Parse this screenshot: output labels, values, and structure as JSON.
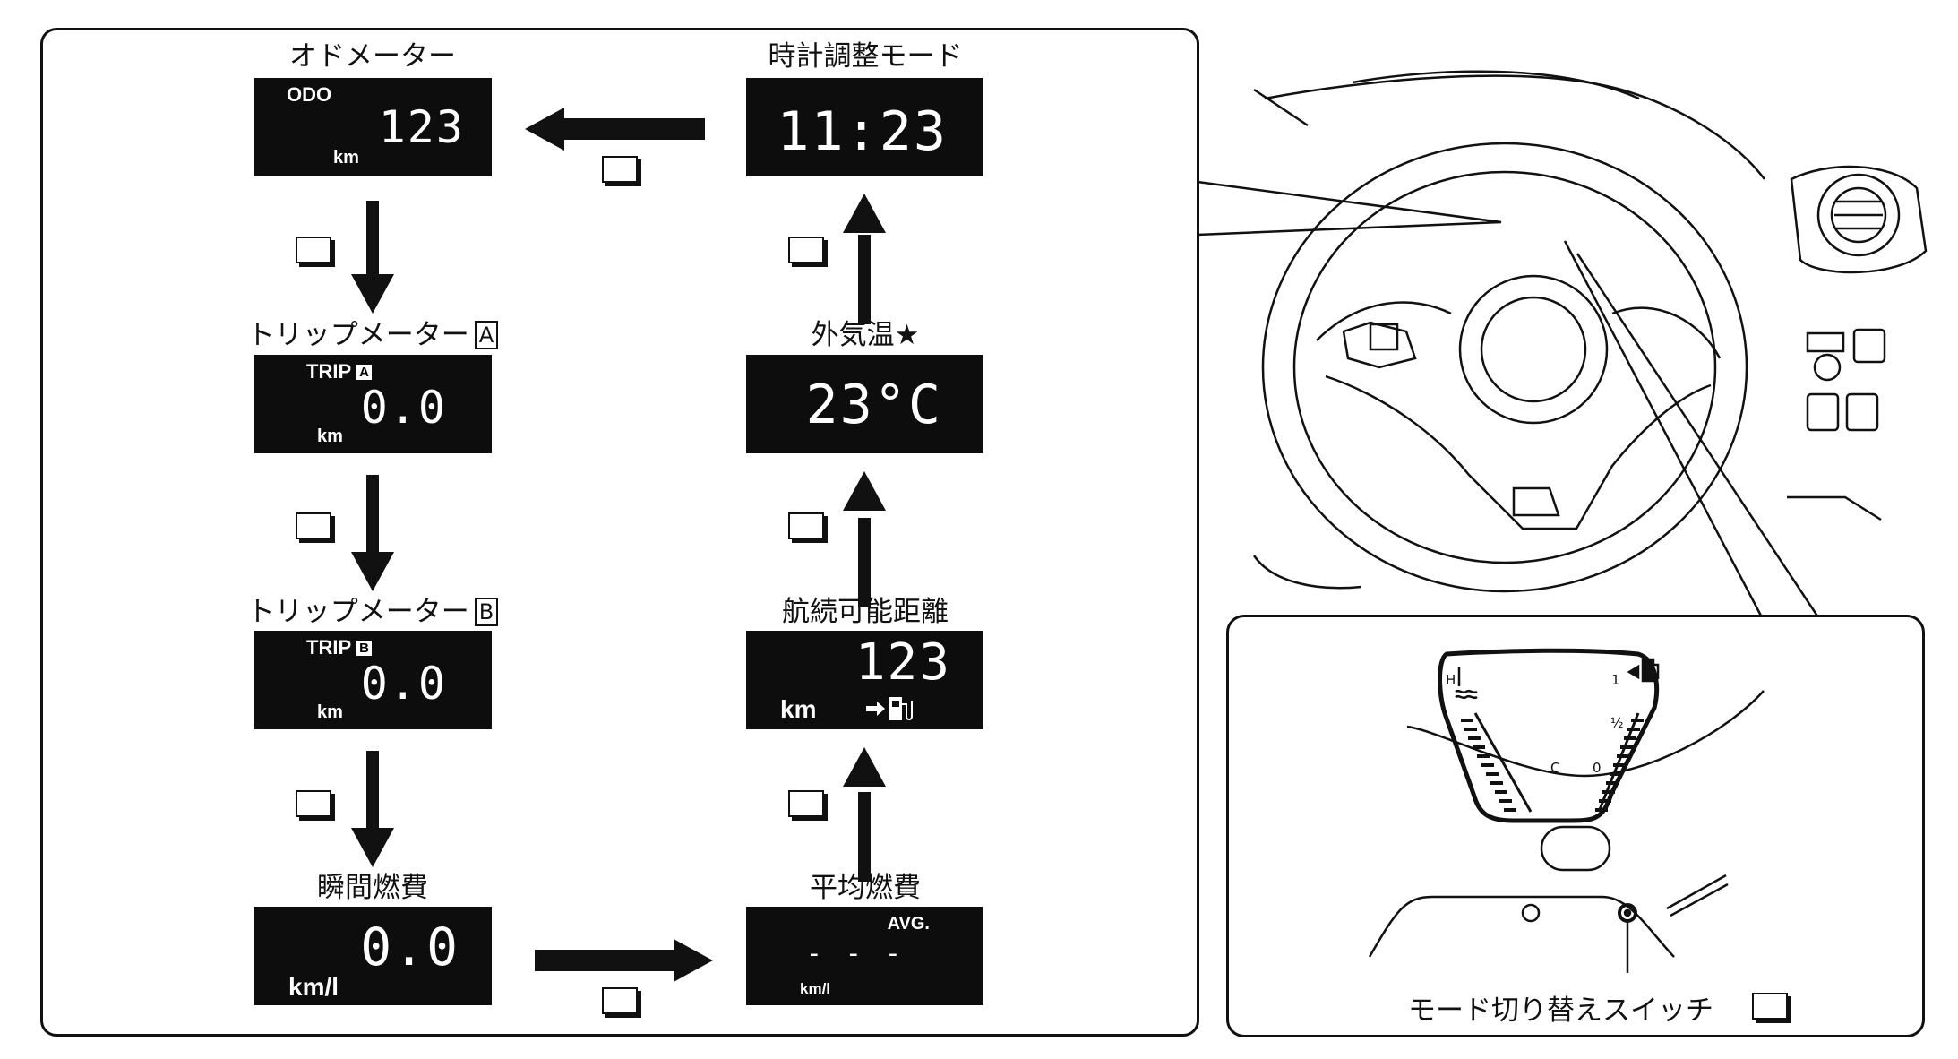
{
  "modes": {
    "odometer": {
      "title": "オドメーター",
      "label": "ODO",
      "value": "123",
      "unit": "km"
    },
    "trip_a": {
      "title": "トリップメーター",
      "title_badge": "A",
      "label": "TRIP",
      "badge": "A",
      "value": "0.0",
      "unit": "km"
    },
    "trip_b": {
      "title": "トリップメーター",
      "title_badge": "B",
      "label": "TRIP",
      "badge": "B",
      "value": "0.0",
      "unit": "km"
    },
    "instant_fuel": {
      "title": "瞬間燃費",
      "value": "0.0",
      "unit": "km/l"
    },
    "average_fuel": {
      "title": "平均燃費",
      "label": "AVG.",
      "value": "- - -",
      "unit": "km/l"
    },
    "range": {
      "title": "航続可能距離",
      "value": "123",
      "unit": "km",
      "icon": "fuel-pump-icon"
    },
    "outside_temp": {
      "title": "外気温★",
      "value": "23°C"
    },
    "clock_adjust": {
      "title": "時計調整モード",
      "value": "11:23"
    }
  },
  "gauge": {
    "temp_high": "H",
    "temp_cold": "C",
    "fuel_full": "1",
    "fuel_half": "½",
    "fuel_empty": "0"
  },
  "switch_label": "モード切り替えスイッチ"
}
